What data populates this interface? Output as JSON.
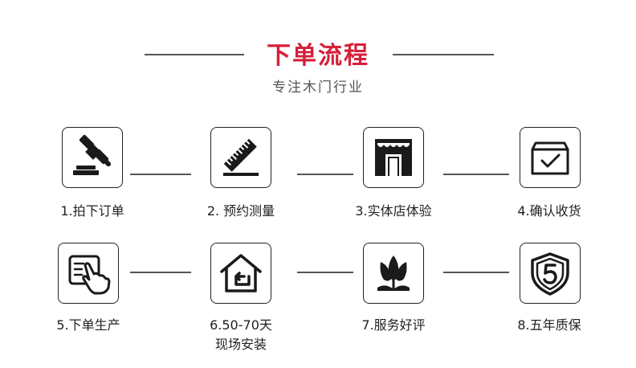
{
  "header": {
    "title": "下单流程",
    "subtitle": "专注木门行业"
  },
  "steps": [
    {
      "label": "1.拍下订单",
      "icon": "gavel-icon"
    },
    {
      "label": "2. 预约测量",
      "icon": "ruler-icon"
    },
    {
      "label": "3.实体店体验",
      "icon": "storefront-icon"
    },
    {
      "label": "4.确认收货",
      "icon": "box-check-icon"
    },
    {
      "label": "5.下单生产",
      "icon": "hand-tap-icon"
    },
    {
      "label_line1": "6.50-70天",
      "label_line2": "现场安装",
      "icon": "home-install-icon"
    },
    {
      "label": "7.服务好评",
      "icon": "lotus-icon"
    },
    {
      "label": "8.五年质保",
      "icon": "shield-5-icon"
    }
  ],
  "colors": {
    "accent": "#d5203a",
    "icon": "#1a1a1a",
    "line": "#555555"
  }
}
